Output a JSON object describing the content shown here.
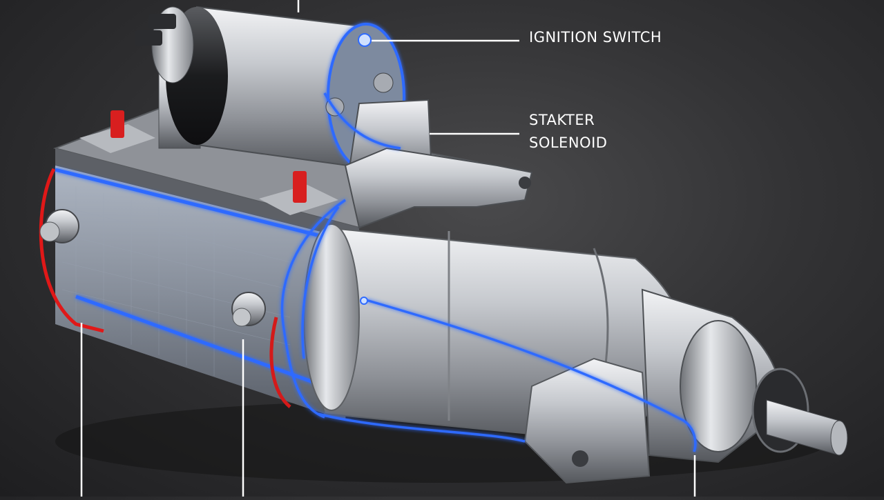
{
  "callouts": {
    "ignition_switch": "IGNITION SWITCH",
    "starter_solenoid_line1": "STAKTER",
    "starter_solenoid_line2": "SOLENOID"
  },
  "colors": {
    "background": "#2f2f31",
    "metal": "#c9ccd1",
    "glow_blue": "#2f6bff",
    "accent_red": "#e01818",
    "label_text": "#ffffff"
  }
}
